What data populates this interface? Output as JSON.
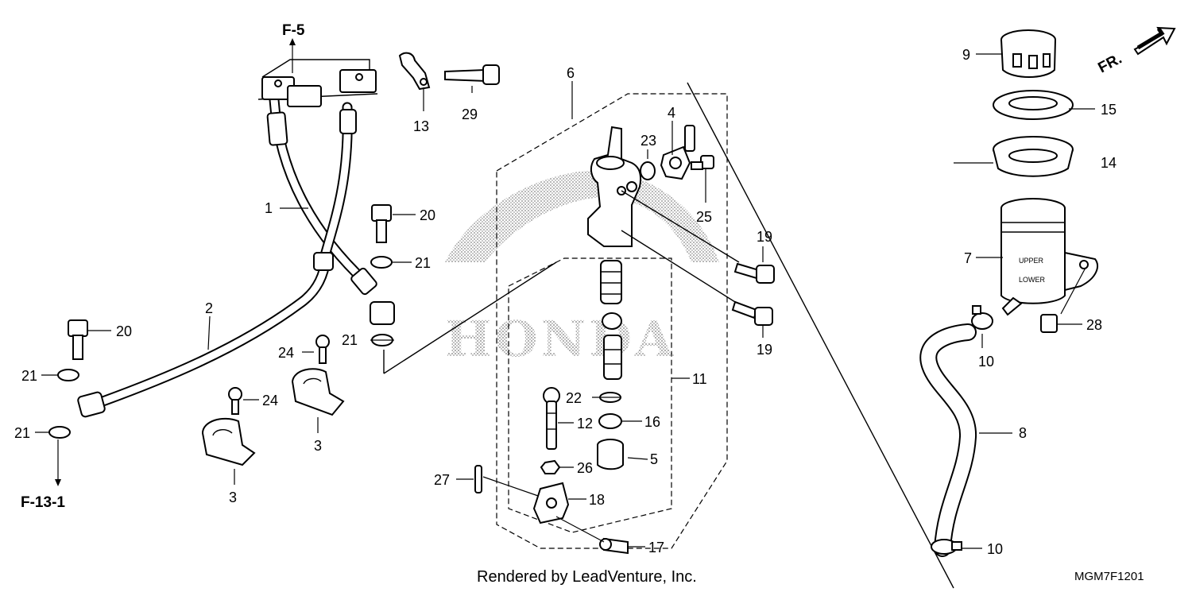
{
  "diagram": {
    "callouts": [
      "1",
      "2",
      "3",
      "3",
      "4",
      "5",
      "6",
      "7",
      "8",
      "9",
      "10",
      "10",
      "11",
      "12",
      "13",
      "14",
      "15",
      "16",
      "17",
      "18",
      "19",
      "19",
      "20",
      "20",
      "21",
      "21",
      "21",
      "21",
      "22",
      "23",
      "24",
      "24",
      "25",
      "26",
      "27",
      "28",
      "29"
    ],
    "references": {
      "top": "F-5",
      "bottom": "F-13-1"
    },
    "direction": "FR.",
    "watermark": "HONDA",
    "reservoir_marks": {
      "upper": "UPPER",
      "lower": "LOWER"
    },
    "credit": "Rendered by LeadVenture, Inc.",
    "diagram_code": "MGM7F1201"
  }
}
